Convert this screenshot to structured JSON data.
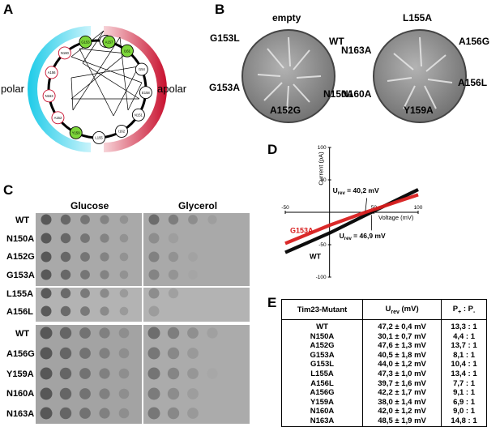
{
  "panels": {
    "a": "A",
    "b": "B",
    "c": "C",
    "d": "D",
    "e": "E"
  },
  "panel_a": {
    "polar_label": "polar",
    "apolar_label": "apolar",
    "residues": [
      "L155",
      "I161",
      "I154",
      "E158",
      "N151",
      "I162",
      "L155",
      "Y159",
      "A152",
      "N163",
      "A156",
      "N160",
      "G153",
      "A157"
    ],
    "hydrophobic_color": "#7dd63a"
  },
  "panel_b": {
    "plate1": {
      "labels": {
        "top": "empty",
        "topright": "WT",
        "topleft": "G153L",
        "left": "G153A",
        "bottom": "A152G",
        "right": "N150A"
      }
    },
    "plate2": {
      "labels": {
        "top": "L155A",
        "topright": "A156G",
        "left": "N163A",
        "right": "A156L",
        "bottomleft": "N160A",
        "bottom": "Y159A"
      }
    }
  },
  "panel_c": {
    "col_glucose": "Glucose",
    "col_glycerol": "Glycerol",
    "group1": [
      "WT",
      "N150A",
      "A152G",
      "G153A"
    ],
    "group2": [
      "L155A",
      "A156L"
    ],
    "group3": [
      "WT",
      "A156G",
      "Y159A",
      "N160A",
      "N163A"
    ]
  },
  "chart_data": {
    "type": "line",
    "xlabel": "Voltage (mV)",
    "ylabel": "Current (pA)",
    "xlim": [
      -50,
      100
    ],
    "ylim": [
      -100,
      100
    ],
    "xticks": [
      -50,
      50,
      100
    ],
    "yticks": [
      -100,
      -50,
      50,
      100
    ],
    "series": [
      {
        "name": "WT",
        "color": "#000000",
        "x": [
          -50,
          0,
          47.2,
          100
        ],
        "y": [
          -62,
          -32,
          0,
          35
        ]
      },
      {
        "name": "G153A",
        "color": "#d81e1e",
        "x": [
          -50,
          0,
          40.5,
          100
        ],
        "y": [
          -48,
          -20,
          0,
          27
        ]
      }
    ],
    "annotations": [
      {
        "text": "U",
        "sub": "rev",
        "rest": " = 40,2 mV"
      },
      {
        "text": "U",
        "sub": "rev",
        "rest": " = 46,9 mV"
      }
    ]
  },
  "table": {
    "headers": {
      "mutant": "Tim23-Mutant",
      "urev": "U",
      "urev_sub": "rev",
      "urev_unit": " (mV)",
      "ratio": "P",
      "ratio_sub1": "+",
      "ratio_mid": " : P",
      "ratio_sub2": "-"
    },
    "rows": [
      [
        "WT",
        "47,2 ± 0,4 mV",
        "13,3 : 1"
      ],
      [
        "N150A",
        "30,1 ± 0,7 mV",
        "4,4 : 1"
      ],
      [
        "A152G",
        "47,6 ± 1,3 mV",
        "13,7 : 1"
      ],
      [
        "G153A",
        "40,5 ± 1,8 mV",
        "8,1 : 1"
      ],
      [
        "G153L",
        "44,0 ± 1,2 mV",
        "10,4 : 1"
      ],
      [
        "L155A",
        "47,3 ± 1,0 mV",
        "13,4 : 1"
      ],
      [
        "A156L",
        "39,7 ± 1,6 mV",
        "7,7 : 1"
      ],
      [
        "A156G",
        "42,2 ± 1,7 mV",
        "9,1 : 1"
      ],
      [
        "Y159A",
        "38,0 ± 1,4 mV",
        "6,9 : 1"
      ],
      [
        "N160A",
        "42,0 ± 1,2 mV",
        "9,0 : 1"
      ],
      [
        "N163A",
        "48,5 ± 1,9 mV",
        "14,8 : 1"
      ]
    ]
  }
}
